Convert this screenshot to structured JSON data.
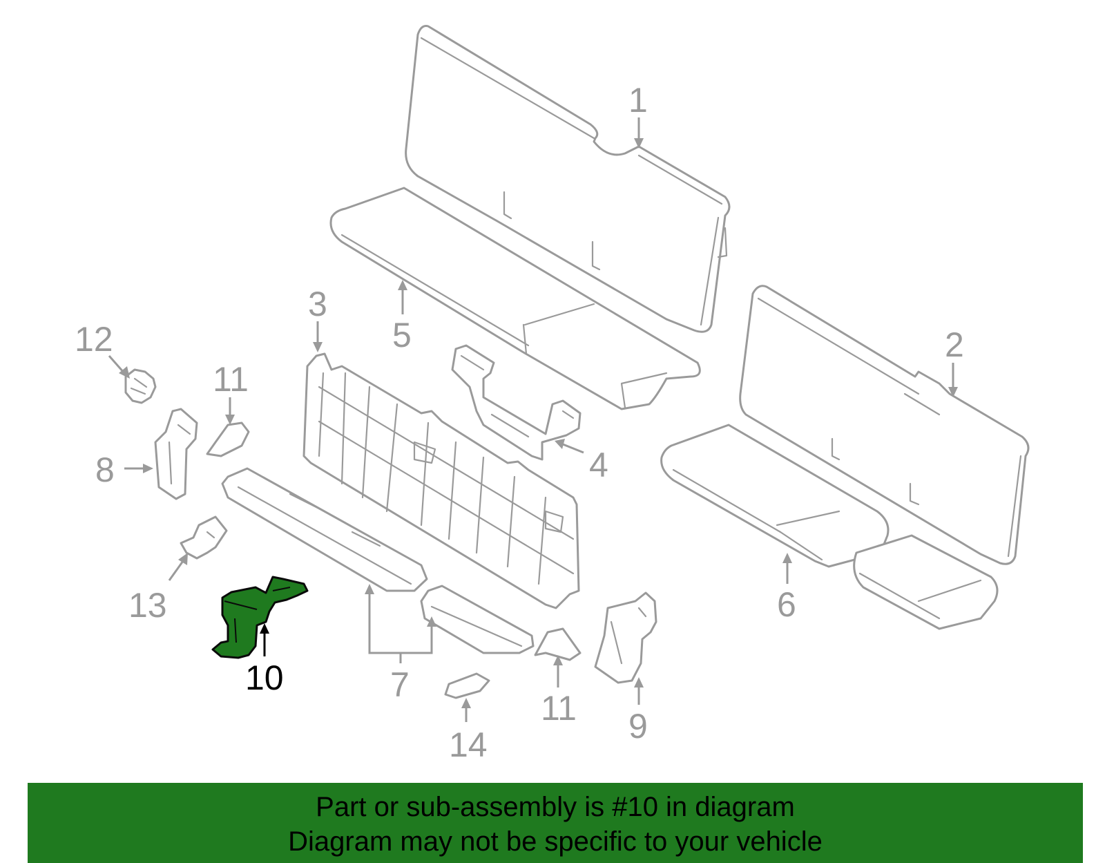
{
  "diagram": {
    "callouts": {
      "c1": "1",
      "c2": "2",
      "c3": "3",
      "c4": "4",
      "c5": "5",
      "c6": "6",
      "c7": "7",
      "c8": "8",
      "c9": "9",
      "c10": "10",
      "c11a": "11",
      "c11b": "11",
      "c12": "12",
      "c13": "13",
      "c14": "14"
    },
    "highlighted_part": "10",
    "colors": {
      "highlight": "#1f7a1f",
      "line": "#9a9a9a",
      "banner": "#1f7a1f"
    }
  },
  "banner": {
    "line1": "Part or sub-assembly is #10 in diagram",
    "line2": "Diagram may not be specific to your vehicle"
  }
}
